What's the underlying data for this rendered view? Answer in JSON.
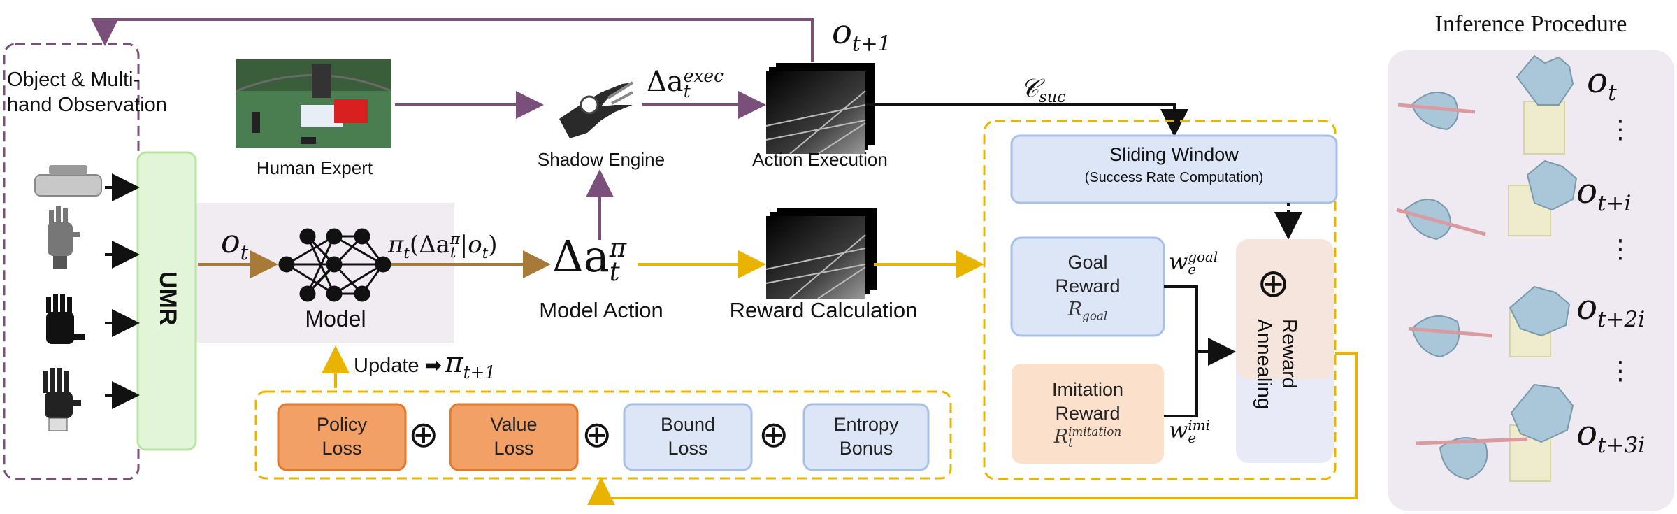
{
  "left_panel": {
    "title_line1": "Object & Multi-",
    "title_line2": "hand Observation",
    "umr_label": "UMR"
  },
  "top_row": {
    "human_expert": "Human Expert",
    "shadow_engine": "Shadow Engine",
    "action_execution": "Action Execution",
    "exec_action_base": "Δa",
    "exec_action_sub": "t",
    "exec_action_sup": "exec",
    "next_obs_base": "o",
    "next_obs_sub": "t+1",
    "success_base": "𝒞",
    "success_sub": "suc"
  },
  "middle_row": {
    "obs_base": "o",
    "obs_sub": "t",
    "model_label": "Model",
    "policy_text": "π",
    "policy_sub": "t",
    "policy_paren_open": "(Δa",
    "policy_inner_sup": "π",
    "policy_inner_sub": "t",
    "policy_given": "|o",
    "policy_given_sub": "t",
    "policy_paren_close": ")",
    "model_action_label": "Model Action",
    "delta_base": "Δa",
    "delta_sup": "π",
    "delta_sub": "t",
    "reward_calc_label": "Reward Calculation"
  },
  "update": {
    "text": "Update ➡",
    "pi": "π",
    "pi_sub": "t+1"
  },
  "losses": {
    "items": [
      {
        "line1": "Policy",
        "line2": "Loss"
      },
      {
        "line1": "Value",
        "line2": "Loss"
      },
      {
        "line1": "Bound",
        "line2": "Loss"
      },
      {
        "line1": "Entropy",
        "line2": "Bonus"
      }
    ],
    "plus": "⊕"
  },
  "reward_panel": {
    "sliding_title": "Sliding Window",
    "sliding_sub": "(Success Rate Computation)",
    "goal_line1": "Goal",
    "goal_line2": "Reward",
    "goal_sym": "R",
    "goal_sym_sub": "goal",
    "imit_line1": "Imitation",
    "imit_line2": "Reward",
    "imit_sym": "R",
    "imit_sym_sub": "t",
    "imit_sym_sup": "imitation",
    "w_goal": "w",
    "w_goal_sub": "e",
    "w_goal_sup": "goal",
    "w_imi": "w",
    "w_imi_sub": "e",
    "w_imi_sup": "imi",
    "annealing_plus": "⊕",
    "annealing_label_1": "Reward",
    "annealing_label_2": "Annealing"
  },
  "inference": {
    "title": "Inference Procedure",
    "obs": [
      {
        "base": "o",
        "sub": "t"
      },
      {
        "base": "o",
        "sub": "t+i"
      },
      {
        "base": "o",
        "sub": "t+2i"
      },
      {
        "base": "o",
        "sub": "t+3i"
      }
    ],
    "ellipsis": "⋮"
  },
  "colors": {
    "purple": "#7a4f7a",
    "yellow": "#e8b400",
    "blue_fill": "#dde6f6",
    "blue_stroke": "#a9c0e6",
    "orange_fill": "#f2a066",
    "orange_stroke": "#e07a30",
    "peach_fill": "#fbe0cc",
    "green_fill": "#e3f5d8",
    "green_stroke": "#b9e4a2",
    "model_bg": "#f1ecf2",
    "inference_bg": "#efe9f1"
  }
}
